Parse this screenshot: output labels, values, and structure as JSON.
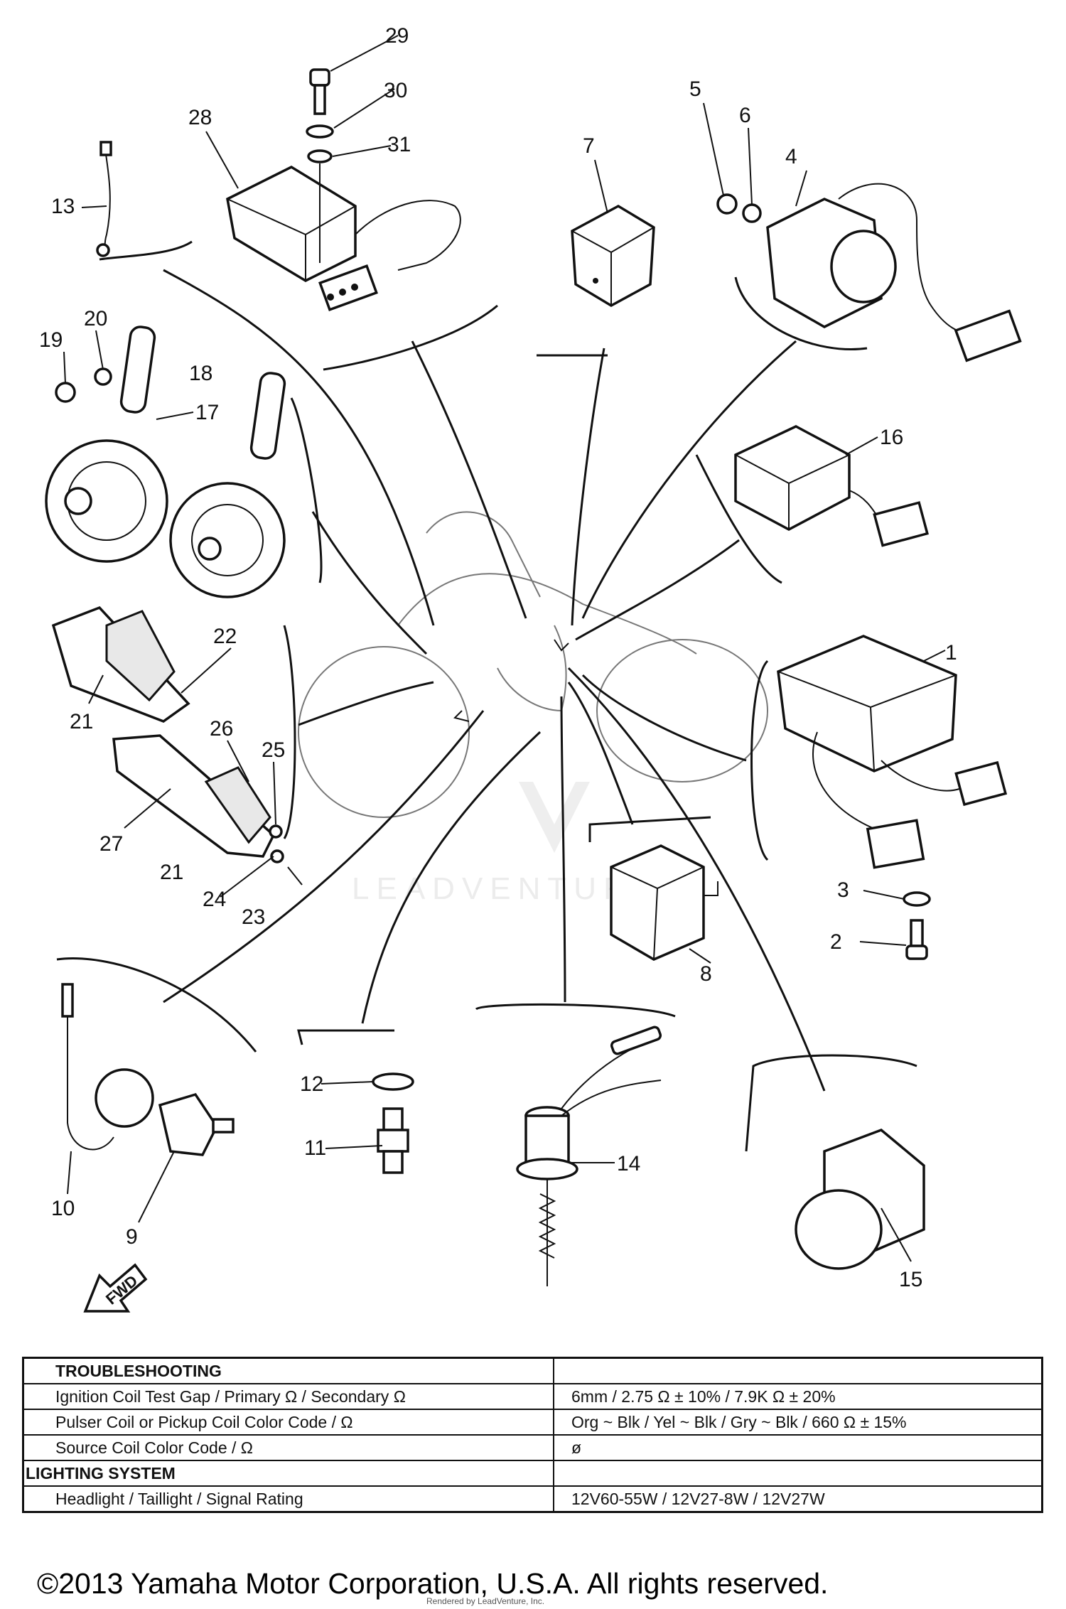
{
  "diagram": {
    "callouts": [
      "1",
      "2",
      "3",
      "4",
      "5",
      "6",
      "7",
      "8",
      "9",
      "10",
      "11",
      "12",
      "13",
      "14",
      "15",
      "16",
      "17",
      "18",
      "19",
      "20",
      "21",
      "21",
      "22",
      "23",
      "24",
      "25",
      "26",
      "27",
      "28",
      "29",
      "30",
      "31"
    ],
    "direction_label": "FWD",
    "watermark": "LEADVENTURE"
  },
  "table": {
    "sections": [
      {
        "title": "TROUBLESHOOTING",
        "rows": [
          {
            "label": "Ignition Coil Test Gap / Primary Ω / Secondary Ω",
            "value": "6mm / 2.75 Ω ± 10% / 7.9K Ω ± 20%"
          },
          {
            "label": "Pulser Coil or Pickup Coil Color Code / Ω",
            "value": "Org ~ Blk / Yel ~ Blk / Gry ~ Blk / 660 Ω ± 15%"
          },
          {
            "label": "Source Coil Color Code / Ω",
            "value": "ø"
          }
        ]
      },
      {
        "title": "LIGHTING SYSTEM",
        "rows": [
          {
            "label": "Headlight / Taillight / Signal Rating",
            "value": "12V60-55W / 12V27-8W / 12V27W"
          }
        ]
      }
    ]
  },
  "footer": {
    "copyright": "©2013 Yamaha Motor Corporation, U.S.A. All rights reserved.",
    "rendered_by": "Rendered by LeadVenture, Inc."
  }
}
